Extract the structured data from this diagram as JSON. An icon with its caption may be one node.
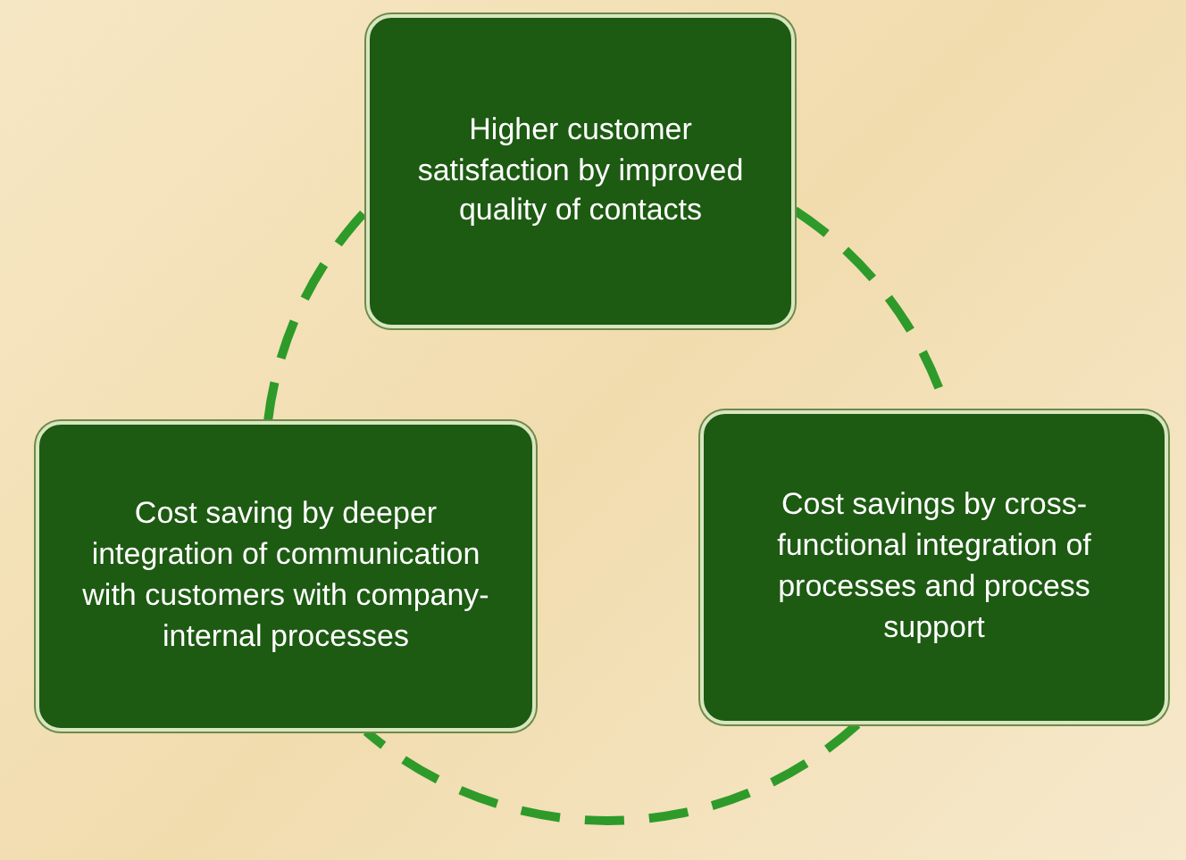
{
  "diagram": {
    "nodes": [
      {
        "text": [
          "Higher customer satisfaction by improved quality of contacts"
        ]
      },
      {
        "text": [
          "Cost saving by deeper integration of communication with customers with company-internal processes"
        ]
      },
      {
        "text": [
          "Cost savings by cross-functional integration of processes and process support"
        ]
      }
    ],
    "edges": [
      {
        "from": 1,
        "to": 0,
        "arrow": "none",
        "style": "dashed",
        "color": "#2e9a2a"
      },
      {
        "from": 0,
        "to": 2,
        "arrow": "none",
        "style": "dashed",
        "color": "#2e9a2a"
      },
      {
        "from": 2,
        "to": 1,
        "arrow": "none",
        "style": "dashed",
        "color": "#2e9a2a"
      }
    ]
  }
}
